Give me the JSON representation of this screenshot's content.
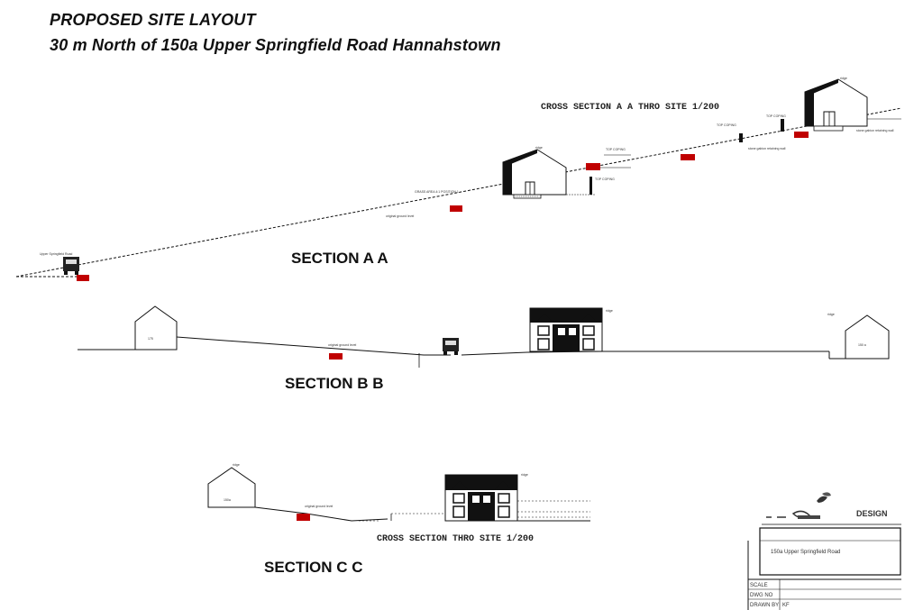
{
  "title": {
    "line1": "PROPOSED SITE LAYOUT",
    "line2": "30 m North of 150a Upper Springfield Road Hannahstown"
  },
  "sections": {
    "a": {
      "heading": "CROSS SECTION A   A THRO SITE  1/200",
      "label": "SECTION A   A"
    },
    "b": {
      "label": "SECTION B   B"
    },
    "c": {
      "heading": "CROSS SECTION   THRO SITE  1/200",
      "label": "SECTION C   C"
    }
  },
  "small_labels": {
    "upper_springfield": "Upper Springfield Road",
    "original_ground": "original ground level",
    "top_coping": "TOP COPING",
    "ridge": "ridge",
    "gabion": "stone gabion retaining wall"
  },
  "title_block": {
    "firm": "DESIGN",
    "address": "150a Upper Springfield Road",
    "rows": [
      "SCALE",
      "DWG NO",
      "DRAWN BY"
    ],
    "drawn_by": "KF"
  },
  "colors": {
    "marker": "#c00000",
    "ink": "#111111"
  }
}
